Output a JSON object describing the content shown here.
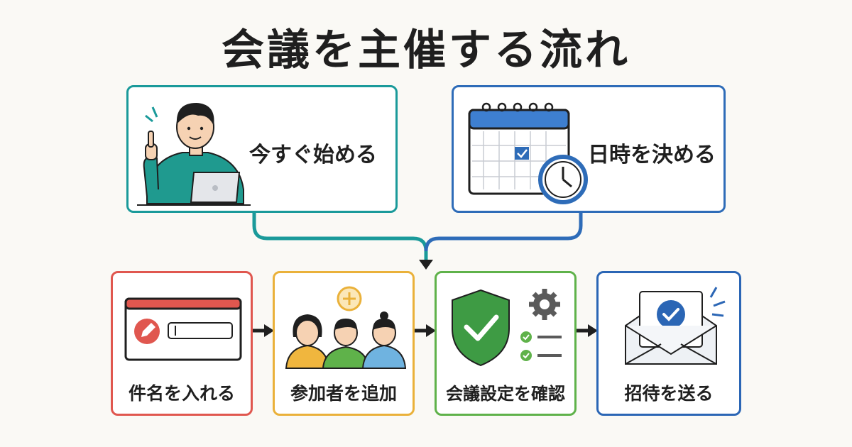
{
  "title": "会議を主催する流れ",
  "colors": {
    "teal": "#1a9a9a",
    "blue": "#2e6cb8",
    "red": "#e0574f",
    "yellow": "#eab13a",
    "green": "#5fb24a",
    "dark_blue": "#2b66b5",
    "text": "#1f1f1f"
  },
  "top_options": [
    {
      "label": "今すぐ始める",
      "icon": "person-with-laptop-icon"
    },
    {
      "label": "日時を決める",
      "icon": "calendar-clock-icon"
    }
  ],
  "steps": [
    {
      "label": "件名を入れる",
      "icon": "pencil-title-field-icon"
    },
    {
      "label": "参加者を追加",
      "icon": "add-participants-icon"
    },
    {
      "label": "会議設定を確認",
      "icon": "shield-check-settings-icon"
    },
    {
      "label": "招待を送る",
      "icon": "envelope-check-icon"
    }
  ]
}
